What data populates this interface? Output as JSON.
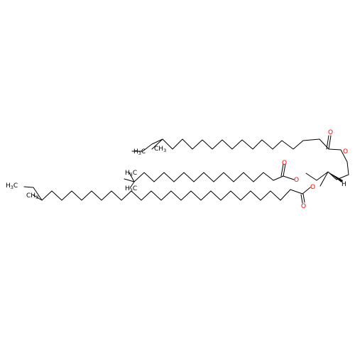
{
  "molecule": {
    "atoms": {
      "oxygen": "O",
      "hydrogen": "H",
      "methyl_a": "CH",
      "methyl_b": "H",
      "methyl_b_tail": "C",
      "subscript": "3"
    }
  },
  "colors": {
    "bond": "#000000",
    "oxygen": "#ff0000",
    "background": "#ffffff"
  }
}
